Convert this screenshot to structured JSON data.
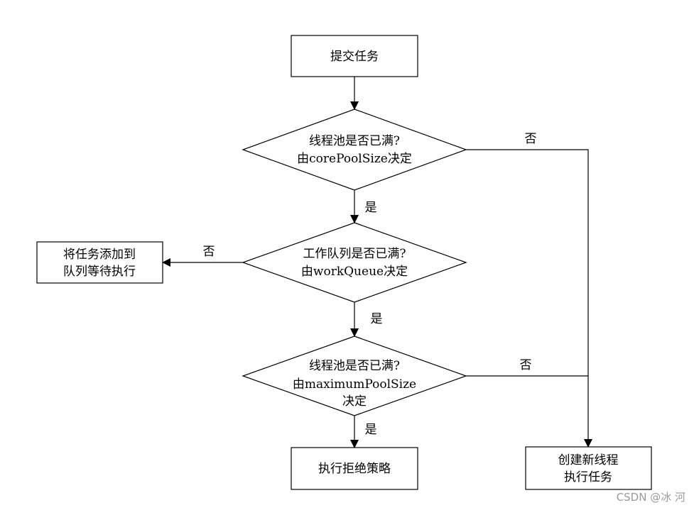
{
  "nodes": {
    "submit": "提交任务",
    "core_check": [
      "线程池是否已满?",
      "由corePoolSize决定"
    ],
    "queue_check": [
      "工作队列是否已满?",
      "由workQueue决定"
    ],
    "max_check": [
      "线程池是否已满?",
      "由maximumPoolSize",
      "决定"
    ],
    "enqueue": [
      "将任务添加到",
      "队列等待执行"
    ],
    "reject": "执行拒绝策略",
    "new_thread": [
      "创建新线程",
      "执行任务"
    ]
  },
  "edges": {
    "yes": "是",
    "no": "否"
  },
  "watermark": "CSDN @冰 河"
}
